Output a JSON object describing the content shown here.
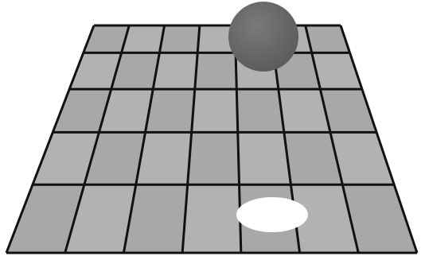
{
  "scene": {
    "colors": {
      "background": "#ffffff",
      "floor_tile": "#a8a8a8",
      "floor_tile_light": "#b2b2b2",
      "grid_line": "#111111",
      "sphere": "#5a5a5a",
      "sphere_highlight": "#7a7a7a",
      "light_spot": "#ffffff"
    },
    "floor": {
      "rows": 5,
      "columns": 7
    },
    "objects": [
      {
        "name": "sphere",
        "kind": "dark sphere above floor"
      },
      {
        "name": "light-spot",
        "kind": "white elliptical spot on floor"
      }
    ]
  }
}
